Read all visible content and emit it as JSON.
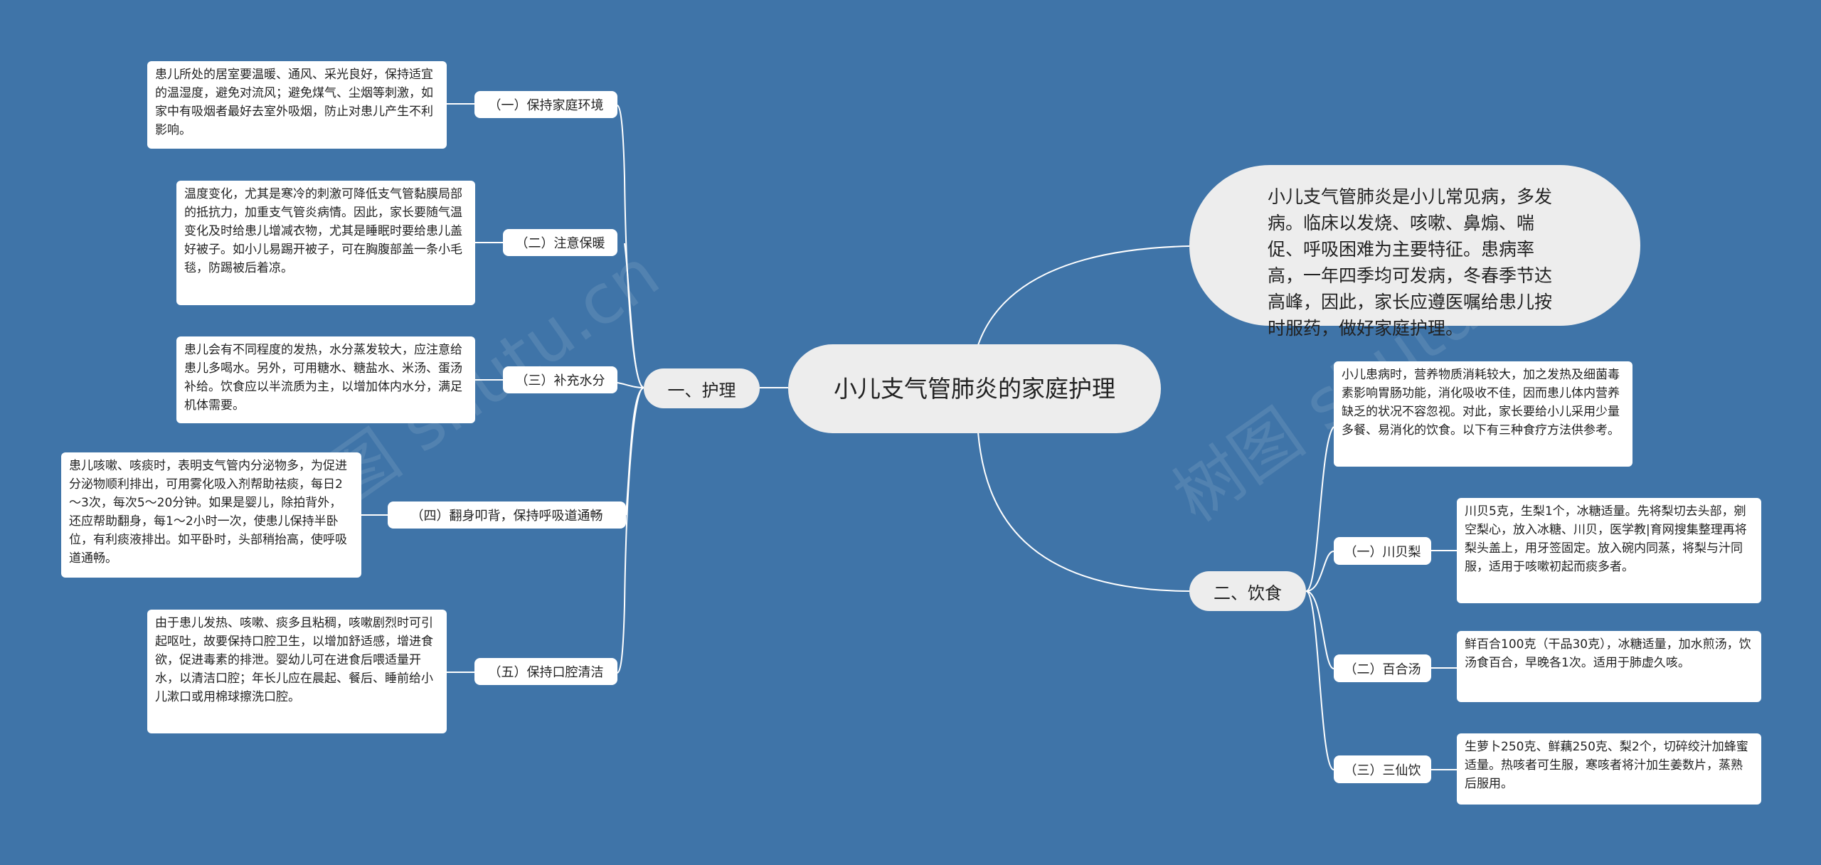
{
  "title": "小儿支气管肺炎的家庭护理",
  "intro": "小儿支气管肺炎是小儿常见病，多发病。临床以发烧、咳嗽、鼻煽、喘促、呼吸困难为主要特征。患病率高，一年四季均可发病，冬春季节达高峰，因此，家长应遵医嘱给患儿按时服药，做好家庭护理。",
  "watermark": "树图 shutu.cn",
  "nursing": {
    "label": "一、护理",
    "items": [
      {
        "label": "（一）保持家庭环境",
        "text": "患儿所处的居室要温暖、通风、采光良好，保持适宜的温湿度，避免对流风；避免煤气、尘烟等刺激，如家中有吸烟者最好去室外吸烟，防止对患儿产生不利影响。"
      },
      {
        "label": "（二）注意保暖",
        "text": "温度变化，尤其是寒冷的刺激可降低支气管黏膜局部的抵抗力，加重支气管炎病情。因此，家长要随气温变化及时给患儿增减衣物，尤其是睡眠时要给患儿盖好被子。如小儿易踢开被子，可在胸腹部盖一条小毛毯，防踢被后着凉。"
      },
      {
        "label": "（三）补充水分",
        "text": "患儿会有不同程度的发热，水分蒸发较大，应注意给患儿多喝水。另外，可用糖水、糖盐水、米汤、蛋汤补给。饮食应以半流质为主，以增加体内水分，满足机体需要。"
      },
      {
        "label": "（四）翻身叩背，保持呼吸道通畅",
        "text": "患儿咳嗽、咳痰时，表明支气管内分泌物多，为促进分泌物顺利排出，可用雾化吸入剂帮助祛痰，每日2～3次，每次5～20分钟。如果是婴儿，除拍背外，还应帮助翻身，每1～2小时一次，使患儿保持半卧位，有利痰液排出。如平卧时，头部稍抬高，使呼吸道通畅。"
      },
      {
        "label": "（五）保持口腔清洁",
        "text": "由于患儿发热、咳嗽、痰多且粘稠，咳嗽剧烈时可引起呕吐，故要保持口腔卫生，以增加舒适感，增进食欲，促进毒素的排泄。婴幼儿可在进食后喂适量开水，以清洁口腔；年长儿应在晨起、餐后、睡前给小儿漱口或用棉球擦洗口腔。"
      }
    ]
  },
  "diet": {
    "label": "二、饮食",
    "note": "小儿患病时，营养物质消耗较大，加之发热及细菌毒素影响胃肠功能，消化吸收不佳，因而患儿体内营养缺乏的状况不容忽视。对此，家长要给小儿采用少量多餐、易消化的饮食。以下有三种食疗方法供参考。",
    "items": [
      {
        "label": "（一）川贝梨",
        "text": "川贝5克，生梨1个，冰糖适量。先将梨切去头部，剜空梨心，放入冰糖、川贝，医学教|育网搜集整理再将梨头盖上，用牙签固定。放入碗内同蒸，将梨与汁同服，适用于咳嗽初起而痰多者。"
      },
      {
        "label": "（二）百合汤",
        "text": "鲜百合100克（干品30克），冰糖适量，加水煎汤，饮汤食百合，早晚各1次。适用于肺虚久咳。"
      },
      {
        "label": "（三）三仙饮",
        "text": "生萝卜250克、鲜藕250克、梨2个，切碎绞汁加蜂蜜适量。热咳者可生服，寒咳者将汁加生姜数片，蒸熟后服用。"
      }
    ]
  }
}
